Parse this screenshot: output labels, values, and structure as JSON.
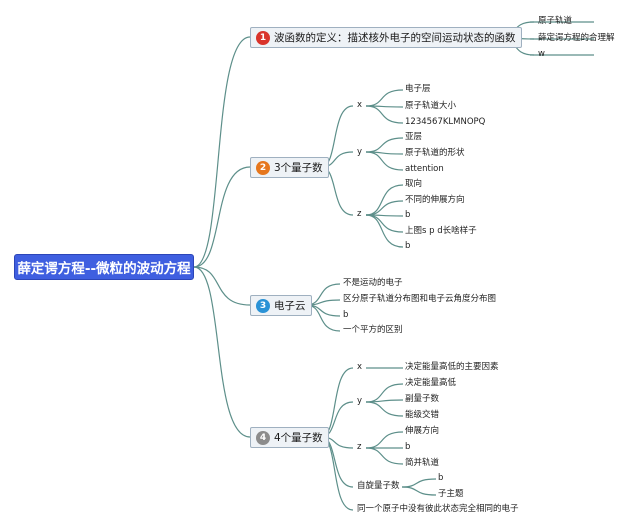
{
  "root": {
    "label": "薛定谔方程--微粒的波动方程"
  },
  "colors": {
    "root": "#3f5fe0",
    "badge1": "#d9342b",
    "badge2": "#e6771e",
    "badge3": "#2a92d6",
    "badge4": "#8c8c8c",
    "line": "#5d8f8a"
  },
  "branches": [
    {
      "num": "1",
      "label": "波函数的定义：描述核外电子的空间运动状态的函数",
      "children": [
        {
          "label": "原子轨道"
        },
        {
          "label": "薛定谔方程的合理解"
        },
        {
          "label": "w"
        }
      ]
    },
    {
      "num": "2",
      "label": "3个量子数",
      "children": [
        {
          "label": "x",
          "children": [
            "电子层",
            "原子轨道大小",
            "1234567KLMNOPQ"
          ]
        },
        {
          "label": "y",
          "children": [
            "亚层",
            "原子轨道的形状",
            "attention"
          ]
        },
        {
          "label": "z",
          "children": [
            "取向",
            "不同的伸展方向",
            "b",
            "上图s p d长啥样子",
            "b"
          ]
        }
      ]
    },
    {
      "num": "3",
      "label": "电子云",
      "children": [
        {
          "label": "不是运动的电子"
        },
        {
          "label": "区分原子轨道分布图和电子云角度分布图"
        },
        {
          "label": "b"
        },
        {
          "label": "一个平方的区别"
        }
      ]
    },
    {
      "num": "4",
      "label": "4个量子数",
      "children": [
        {
          "label": "x",
          "children": [
            "决定能量高低的主要因素"
          ]
        },
        {
          "label": "y",
          "children": [
            "决定能量高低",
            "副量子数",
            "能级交错"
          ]
        },
        {
          "label": "z",
          "children": [
            "伸展方向",
            "b",
            "简并轨道"
          ]
        },
        {
          "label": "自旋量子数",
          "children": [
            "b",
            "子主题"
          ]
        },
        {
          "label": "同一个原子中没有彼此状态完全相同的电子"
        }
      ]
    }
  ]
}
